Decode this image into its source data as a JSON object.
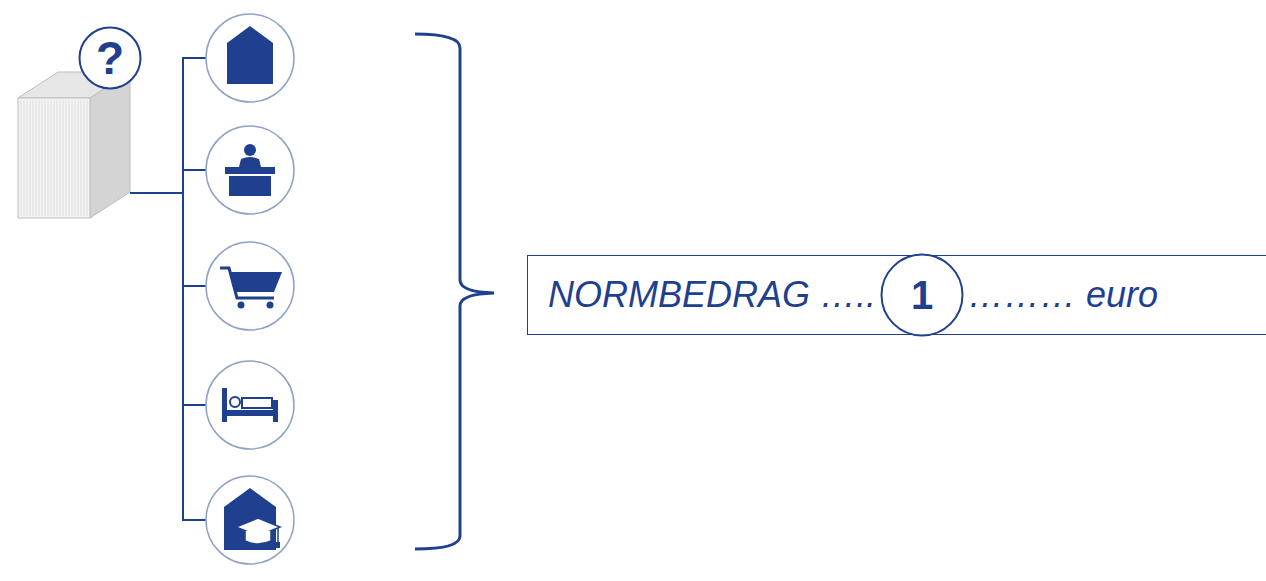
{
  "diagram": {
    "nodes": [
      {
        "text": [
          "?"
        ]
      },
      {
        "text": [
          "NORMBEDRAG …..",
          "……… euro"
        ]
      },
      {
        "text": [
          "1"
        ],
        "in": 1
      }
    ]
  }
}
